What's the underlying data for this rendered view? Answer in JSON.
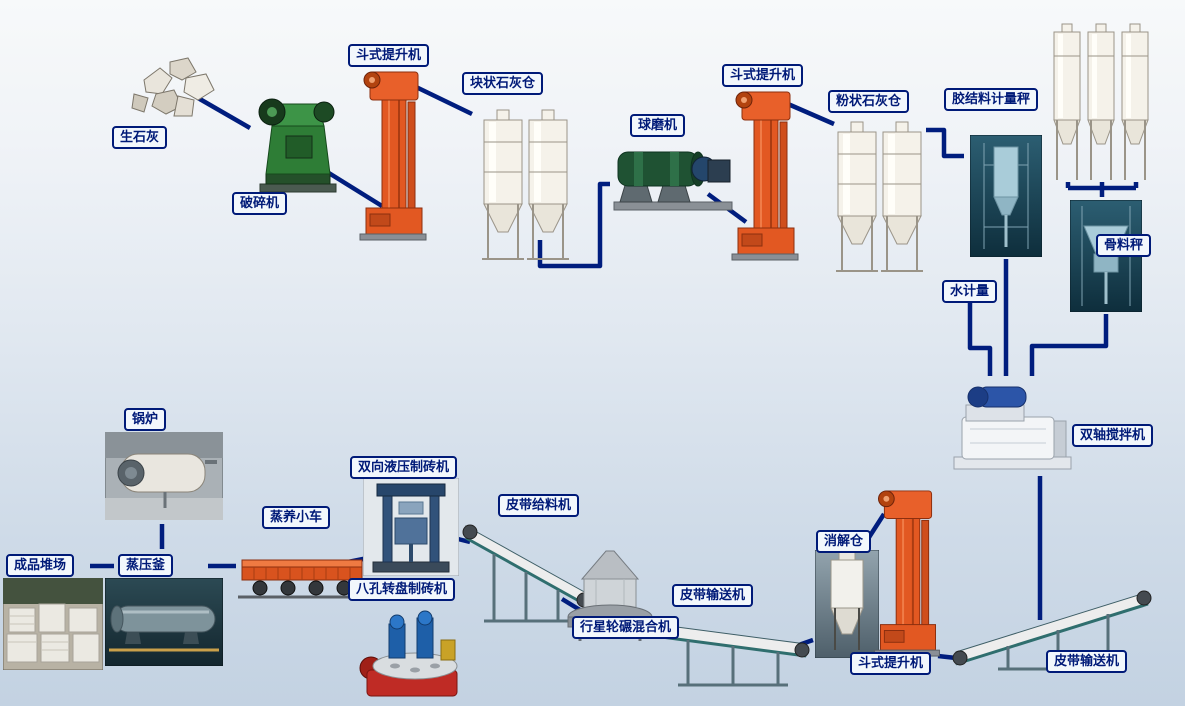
{
  "diagram": {
    "labels": {
      "quicklime": "生石灰",
      "crusher": "破碎机",
      "bucket_elevator_1": "斗式提升机",
      "lump_lime_silo": "块状石灰仓",
      "ball_mill": "球磨机",
      "bucket_elevator_2": "斗式提升机",
      "powder_lime_silo": "粉状石灰仓",
      "binder_scale": "胶结料计量秤",
      "aggregate_scale": "骨料秤",
      "water_meter": "水计量",
      "double_shaft_mixer": "双轴搅拌机",
      "boiler": "锅炉",
      "finished_yard": "成品堆场",
      "autoclave": "蒸压釜",
      "curing_trolley": "蒸养小车",
      "hydraulic_press": "双向液压制砖机",
      "rotary_press": "八孔转盘制砖机",
      "belt_feeder": "皮带给料机",
      "planetary_mixer": "行星轮碾混合机",
      "belt_conveyor_mid": "皮带输送机",
      "slaking_silo": "消解仓",
      "bucket_elevator_3": "斗式提升机",
      "belt_conveyor_right": "皮带输送机"
    },
    "colors": {
      "arrow": "#001d7e",
      "label_text": "#001a78",
      "label_border": "#001a78",
      "label_bg": "#f2f7fc",
      "elevator_orange": "#e25822",
      "crusher_green": "#2e7d36",
      "silo_white": "#f5f2ea"
    }
  }
}
